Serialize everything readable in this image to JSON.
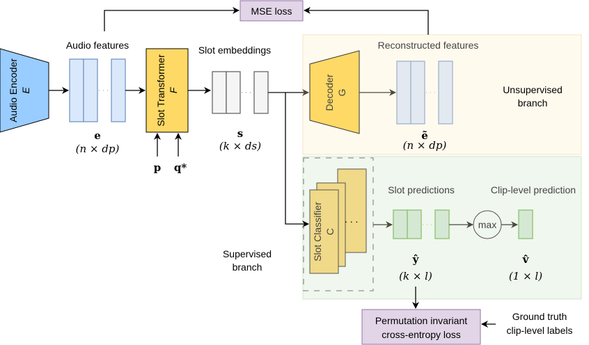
{
  "title": "Slot-based audio tagging architecture",
  "loss_top": {
    "label": "MSE loss"
  },
  "encoder": {
    "name": "Audio Encoder",
    "symbol": "E"
  },
  "audio_features": {
    "label": "Audio features",
    "symbol": "e",
    "shape": "(n × dp)"
  },
  "slot_transformer": {
    "name": "Slot Transformer",
    "symbol": "F",
    "inputs": [
      "p",
      "q*"
    ]
  },
  "slot_embeddings": {
    "label": "Slot embeddings",
    "symbol": "s",
    "shape": "(k × ds)"
  },
  "unsupervised": {
    "branch_label_1": "Unsupervised",
    "branch_label_2": "branch",
    "decoder": {
      "name": "Decoder",
      "symbol": "G"
    },
    "reconstructed": {
      "label": "Reconstructed features",
      "symbol": "ẽ",
      "shape": "(n × dp)"
    }
  },
  "supervised": {
    "branch_label_1": "Supervised",
    "branch_label_2": "branch",
    "classifier": {
      "name": "Slot Classifier",
      "symbol": "C"
    },
    "slot_predictions": {
      "label": "Slot predictions",
      "symbol": "ŷ",
      "shape": "(k × l)"
    },
    "pool": {
      "label": "max"
    },
    "clip_prediction": {
      "label": "Clip-level prediction",
      "symbol": "v̂",
      "shape": "(1 × l)"
    }
  },
  "pit_loss": {
    "line1": "Permutation invariant",
    "line2": "cross-entropy loss"
  },
  "ground_truth": {
    "line1": "Ground truth",
    "line2": "clip-level labels"
  },
  "colors": {
    "encoder": "#99ccff",
    "transformer": "#ffd966",
    "feature_fill": "#dae8fc",
    "feature_stroke": "#6c8ebf",
    "slot_fill": "#f5f5f5",
    "slot_stroke": "#666666",
    "unsup_bg": "#fffaee",
    "sup_bg": "#f0f7ee",
    "pred_fill": "#d5e8d4",
    "pred_stroke": "#82b366",
    "loss_fill": "#e1d5e7",
    "loss_stroke": "#9673a6"
  }
}
